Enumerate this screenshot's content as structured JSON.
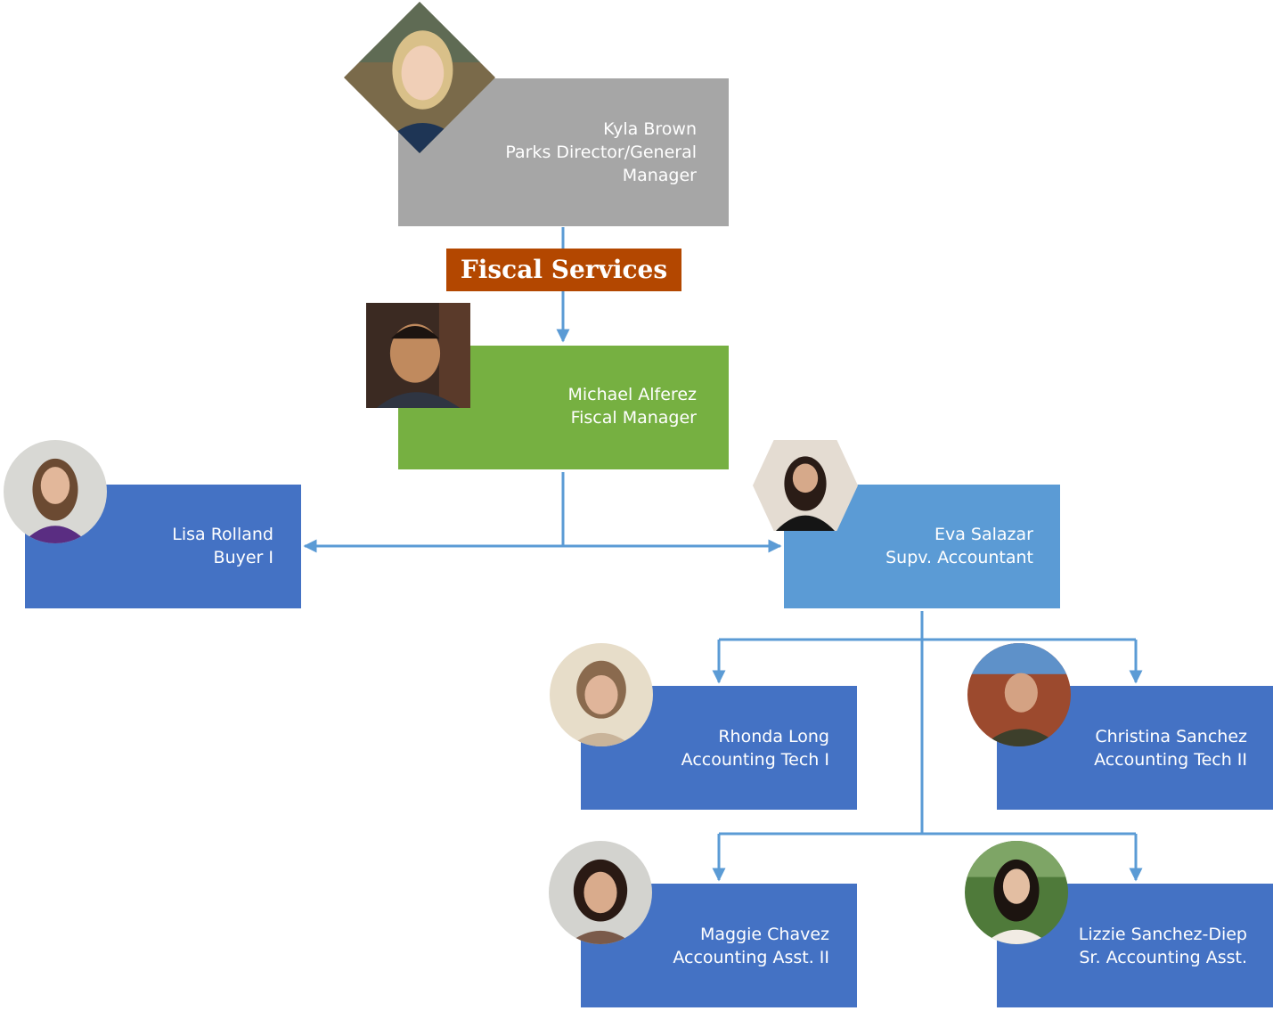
{
  "colors": {
    "director_box": "#a6a6a6",
    "manager_box": "#76b041",
    "staff_box": "#4472c4",
    "supervisor_box": "#5b9bd5",
    "department_label": "#b34700",
    "connector": "#5b9bd5"
  },
  "department": {
    "label": "Fiscal Services"
  },
  "people": {
    "kyla": {
      "name": "Kyla Brown",
      "title_line1": "Parks Director/General",
      "title_line2": "Manager",
      "photo_icon": "person-photo-icon"
    },
    "michael": {
      "name": "Michael Alferez",
      "title": "Fiscal Manager",
      "photo_icon": "person-photo-icon"
    },
    "lisa": {
      "name": "Lisa Rolland",
      "title": "Buyer I",
      "photo_icon": "person-photo-icon"
    },
    "eva": {
      "name": "Eva Salazar",
      "title": "Supv. Accountant",
      "photo_icon": "person-photo-icon"
    },
    "rhonda": {
      "name": "Rhonda Long",
      "title": "Accounting Tech I",
      "photo_icon": "person-photo-icon"
    },
    "christina": {
      "name": "Christina Sanchez",
      "title": "Accounting Tech II",
      "photo_icon": "person-photo-icon"
    },
    "maggie": {
      "name": "Maggie Chavez",
      "title": "Accounting Asst. II",
      "photo_icon": "person-photo-icon"
    },
    "lizzie": {
      "name": "Lizzie Sanchez-Diep",
      "title": "Sr. Accounting Asst.",
      "photo_icon": "person-photo-icon"
    }
  }
}
